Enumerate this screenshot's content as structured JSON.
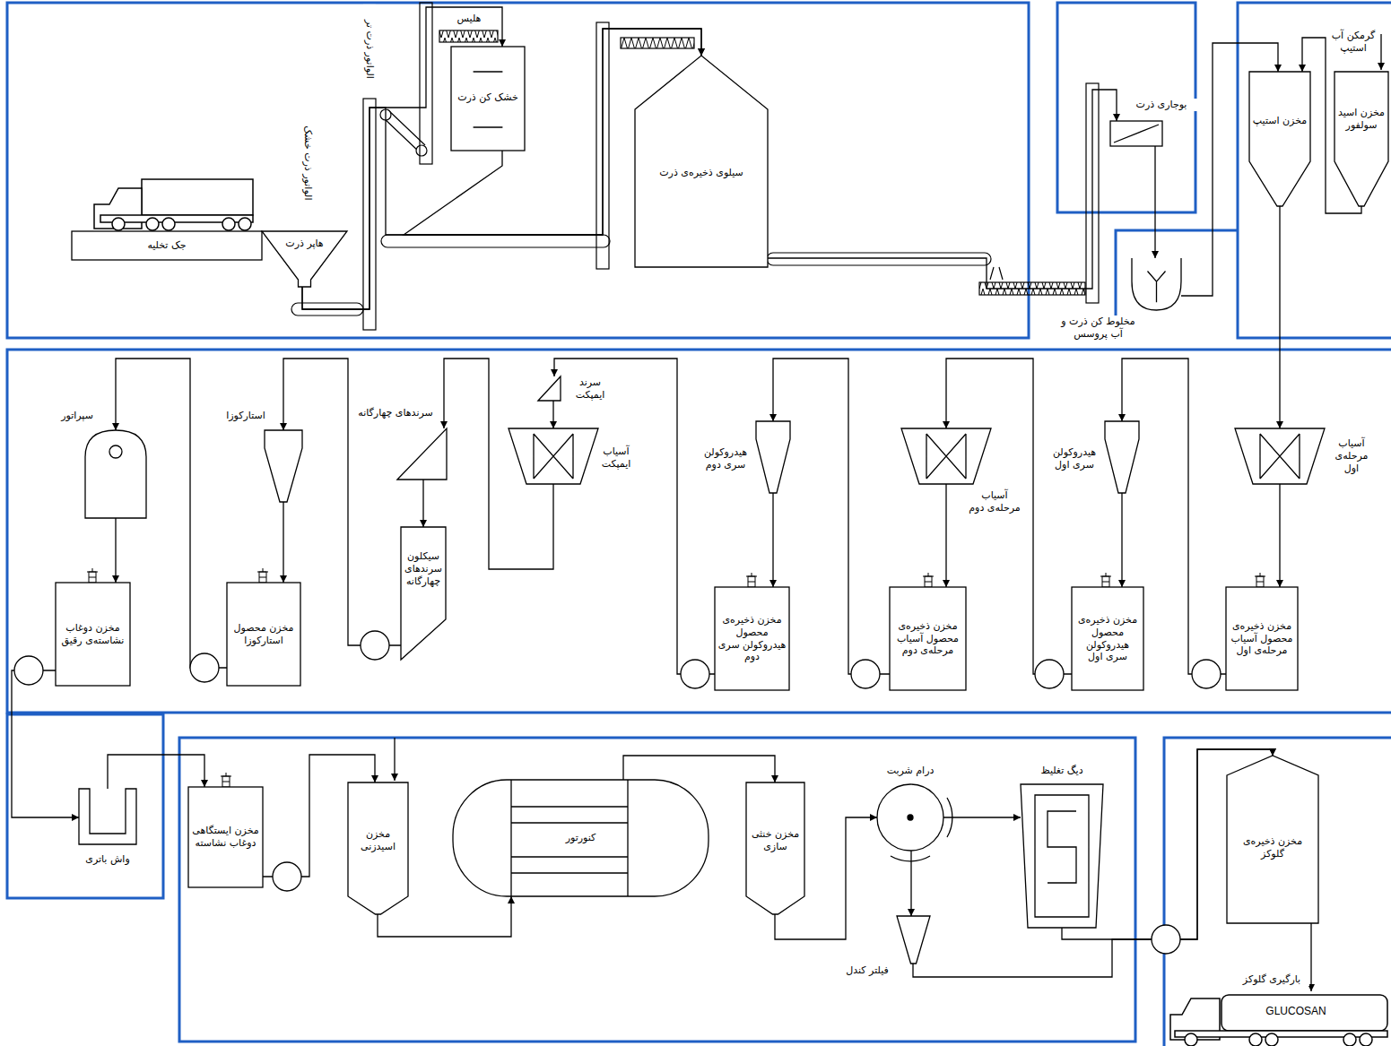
{
  "diagram": {
    "nodes": [
      {
        "text": [
          "جک تخلیه"
        ]
      },
      {
        "text": [
          "هاپر ذرت"
        ]
      },
      {
        "text": [
          "خشک کن ذرت"
        ]
      },
      {
        "text": [
          "سیلوی ذخیره‌ی ذرت"
        ]
      },
      {
        "text": [
          "بوجاری ذرت"
        ]
      },
      {
        "text": [
          "مخلوط کن ذرت و آب پروسس"
        ]
      },
      {
        "text": [
          "مخزن استیپ"
        ]
      },
      {
        "text": [
          "مخزن اسید سولفور"
        ]
      },
      {
        "text": [
          "آسیاب مرحله‌ی اول"
        ]
      },
      {
        "text": [
          "مخزن ذخیره‌ی محصول آسیاب مرحله‌ی اول"
        ]
      },
      {
        "text": [
          "هیدروکولن سری اول"
        ]
      },
      {
        "text": [
          "مخزن ذخیره‌ی محصول هیدروکولن سری اول"
        ]
      },
      {
        "text": [
          "آسیاب مرحله‌ی دوم"
        ]
      },
      {
        "text": [
          "مخزن ذخیره‌ی محصول آسیاب مرحله‌ی دوم"
        ]
      },
      {
        "text": [
          "هیدروکولن سری دوم"
        ]
      },
      {
        "text": [
          "مخزن ذخیره‌ی محصول هیدروکولن سری دوم"
        ]
      },
      {
        "text": [
          "سرند ایمپکت"
        ]
      },
      {
        "text": [
          "آسیاب ایمپکت"
        ]
      },
      {
        "text": [
          "سرندهای چهارگانه"
        ]
      },
      {
        "text": [
          "سیکلون سرندهای چهارگانه"
        ]
      },
      {
        "text": [
          "استارکوزا"
        ]
      },
      {
        "text": [
          "مخزن محصول استارکوزا"
        ]
      },
      {
        "text": [
          "سپراتور"
        ]
      },
      {
        "text": [
          "مخزن دوغاب نشاسته‌ی رقیق"
        ]
      },
      {
        "text": [
          "واش باتری"
        ]
      },
      {
        "text": [
          "مخزن ایستگاهی دوغاب نشاسته"
        ]
      },
      {
        "text": [
          "مخزن اسیدزنی"
        ]
      },
      {
        "text": [
          "کنورتور"
        ]
      },
      {
        "text": [
          "مخزن خنثی سازی"
        ]
      },
      {
        "text": [
          "درام شربت"
        ]
      },
      {
        "text": [
          "دیگ تغلیظ"
        ]
      },
      {
        "text": [
          "فیلتر کندل"
        ]
      },
      {
        "text": [
          "مخزن ذخیره‌ی گلوکز"
        ]
      }
    ],
    "edges": [
      {
        "from": 1,
        "to": 2,
        "arrow": "to"
      },
      {
        "from": 2,
        "to": 3,
        "arrow": "to"
      },
      {
        "from": 1,
        "to": 3,
        "arrow": "to"
      },
      {
        "from": 3,
        "to": 4,
        "arrow": "to"
      },
      {
        "from": 4,
        "to": 5,
        "arrow": "to"
      },
      {
        "from": 5,
        "to": 6,
        "arrow": "to"
      },
      {
        "from": 7,
        "to": 6,
        "arrow": "to"
      },
      {
        "from": 6,
        "to": 8,
        "arrow": "to"
      },
      {
        "from": 8,
        "to": 9,
        "arrow": "to"
      },
      {
        "from": 9,
        "to": 10,
        "arrow": "to"
      },
      {
        "from": 10,
        "to": 11,
        "arrow": "to"
      },
      {
        "from": 11,
        "to": 12,
        "arrow": "to"
      },
      {
        "from": 12,
        "to": 13,
        "arrow": "to"
      },
      {
        "from": 13,
        "to": 14,
        "arrow": "to"
      },
      {
        "from": 14,
        "to": 15,
        "arrow": "to"
      },
      {
        "from": 15,
        "to": 16,
        "arrow": "to"
      },
      {
        "from": 16,
        "to": 17,
        "arrow": "to"
      },
      {
        "from": 17,
        "to": 18,
        "arrow": "to"
      },
      {
        "from": 18,
        "to": 19,
        "arrow": "to"
      },
      {
        "from": 19,
        "to": 20,
        "arrow": "to"
      },
      {
        "from": 20,
        "to": 21,
        "arrow": "to"
      },
      {
        "from": 21,
        "to": 22,
        "arrow": "to"
      },
      {
        "from": 22,
        "to": 23,
        "arrow": "to"
      },
      {
        "from": 23,
        "to": 24,
        "arrow": "to"
      },
      {
        "from": 24,
        "to": 25,
        "arrow": "to"
      },
      {
        "from": 25,
        "to": 26,
        "arrow": "to"
      },
      {
        "from": 26,
        "to": 27,
        "arrow": "to"
      },
      {
        "from": 27,
        "to": 28,
        "arrow": "to"
      },
      {
        "from": 28,
        "to": 29,
        "arrow": "to"
      },
      {
        "from": 29,
        "to": 30,
        "arrow": "to"
      },
      {
        "from": 29,
        "to": 31,
        "arrow": "to"
      },
      {
        "from": 30,
        "to": 32,
        "arrow": "to"
      },
      {
        "from": 31,
        "to": 32,
        "arrow": "to"
      }
    ],
    "labels": [
      "الواتور ذرت خشک",
      "الواتور ذرت تر",
      "هلیس",
      "گرمکن آب استیپ",
      "بارگیری گلوکز",
      "GLUCOSAN"
    ]
  }
}
